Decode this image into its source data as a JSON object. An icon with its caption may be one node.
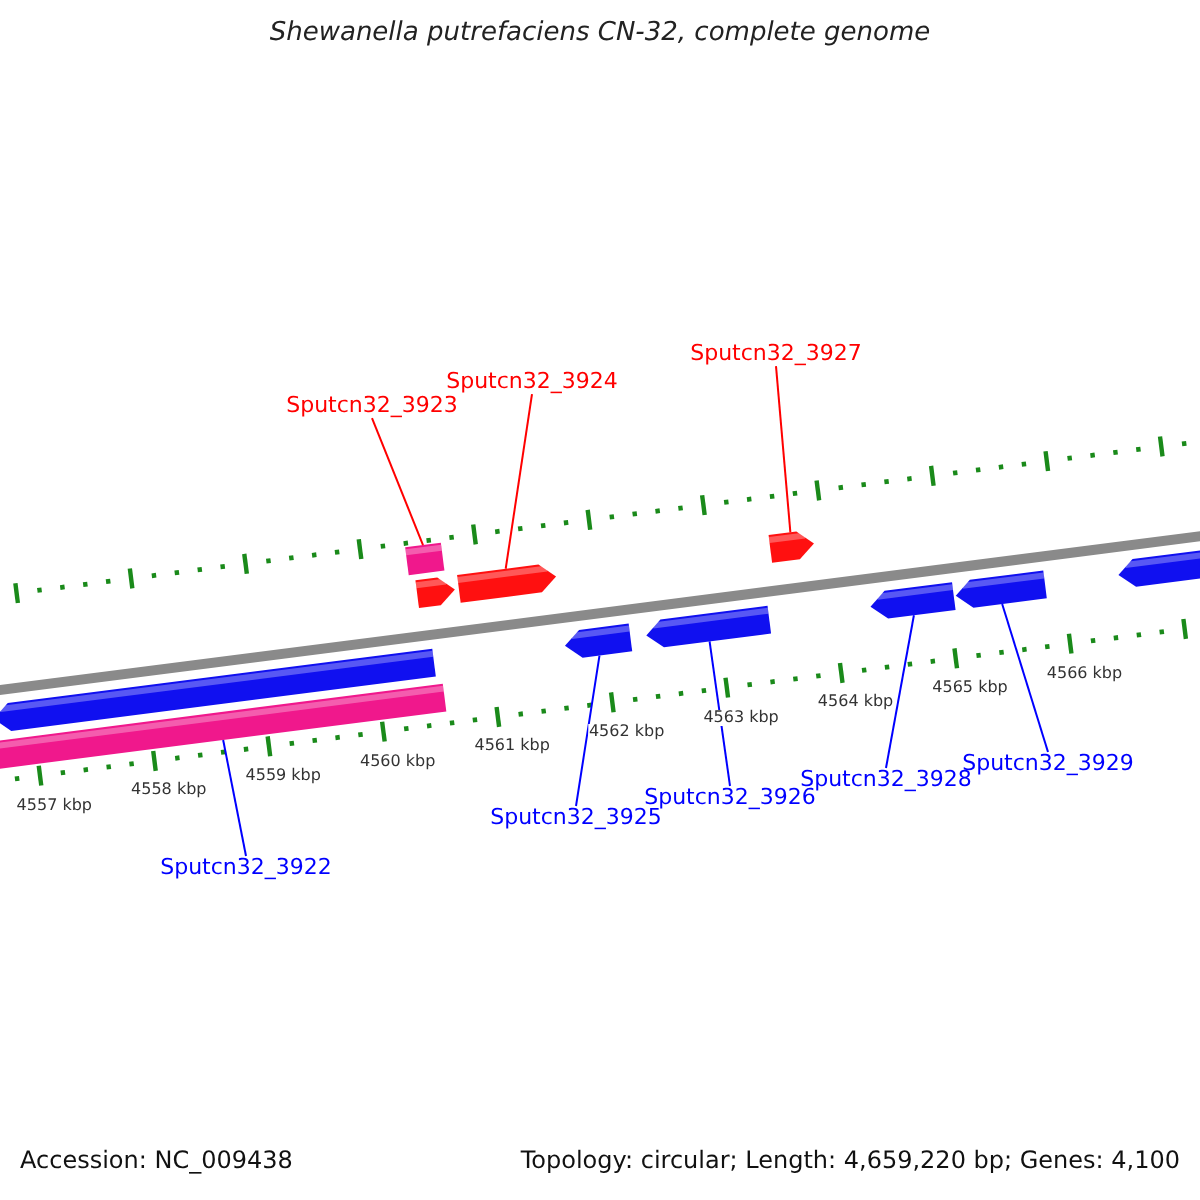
{
  "diagram": {
    "title": "Shewanella putrefaciens CN-32, complete genome",
    "nodes": [
      {
        "text": [
          "Sputcn32_3922"
        ]
      },
      {
        "text": [
          "Sputcn32_3923"
        ]
      },
      {
        "text": [
          "Sputcn32_3924"
        ]
      },
      {
        "text": [
          "Sputcn32_3925"
        ]
      },
      {
        "text": [
          "Sputcn32_3926"
        ]
      },
      {
        "text": [
          "Sputcn32_3927"
        ]
      },
      {
        "text": [
          "Sputcn32_3928"
        ]
      },
      {
        "text": [
          "Sputcn32_3929"
        ]
      },
      {
        "text": [],
        "shape": "arrow"
      },
      {
        "text": [],
        "shape": "bar"
      },
      {
        "text": [],
        "shape": "bar"
      },
      {
        "text": [],
        "shape": "arrow"
      },
      {
        "text": [],
        "shape": "arrow"
      },
      {
        "text": [],
        "shape": "arrow"
      },
      {
        "text": [],
        "shape": "arrow"
      },
      {
        "text": [],
        "shape": "arrow"
      },
      {
        "text": [],
        "shape": "arrow"
      },
      {
        "text": [],
        "shape": "arrow"
      },
      {
        "text": [],
        "shape": "arrow"
      }
    ],
    "edges": [
      {
        "from": 0,
        "to": 9,
        "arrow": "none",
        "color": "#0000ff"
      },
      {
        "from": 1,
        "to": 10,
        "arrow": "none",
        "color": "#ff0000"
      },
      {
        "from": 2,
        "to": 12,
        "arrow": "none",
        "color": "#ff0000"
      },
      {
        "from": 3,
        "to": 13,
        "arrow": "none",
        "color": "#0000ff"
      },
      {
        "from": 4,
        "to": 14,
        "arrow": "none",
        "color": "#0000ff"
      },
      {
        "from": 5,
        "to": 15,
        "arrow": "none",
        "color": "#ff0000"
      },
      {
        "from": 6,
        "to": 16,
        "arrow": "none",
        "color": "#0000ff"
      },
      {
        "from": 7,
        "to": 17,
        "arrow": "none",
        "color": "#0000ff"
      }
    ],
    "labels": [
      "4557 kbp",
      "4558 kbp",
      "4559 kbp",
      "4560 kbp",
      "4561 kbp",
      "4562 kbp",
      "4563 kbp",
      "4564 kbp",
      "4565 kbp",
      "4566 kbp",
      "Accession: NC_009438",
      "Topology: circular; Length: 4,659,220 bp; Genes: 4,100"
    ]
  }
}
